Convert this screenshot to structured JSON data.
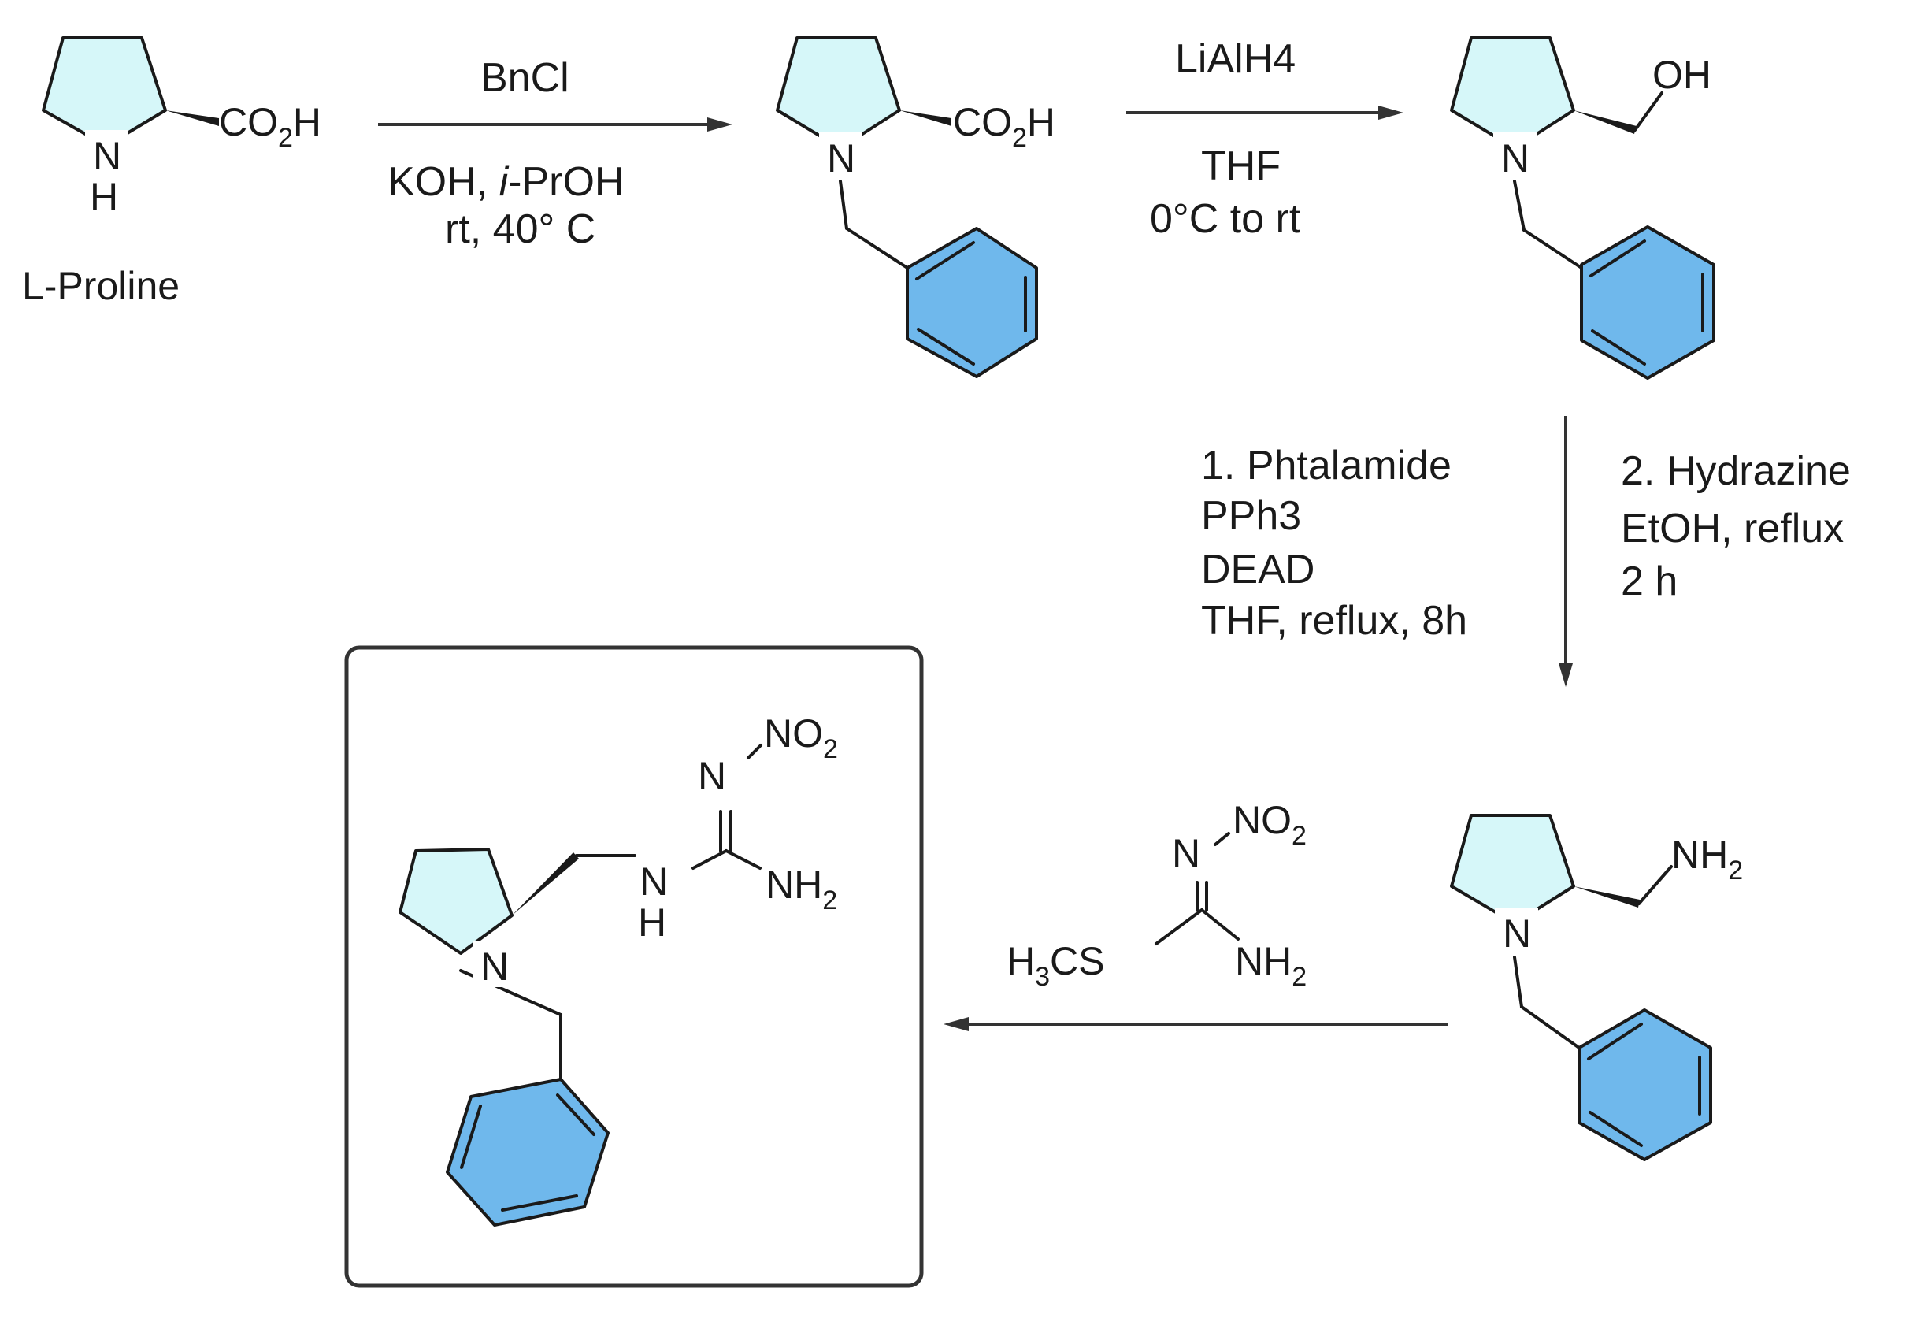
{
  "colors": {
    "pyrrolidine_ring_fill": "#d6f7f9",
    "benzene_ring_fill": "#6fb8ec",
    "ink": "#1a1a1a"
  },
  "compounds": {
    "proline": {
      "name": "L-Proline",
      "n": "N",
      "h": "H",
      "co2h": {
        "a": "CO",
        "s": "2",
        "b": "H"
      }
    },
    "bn_proline": {
      "n": "N",
      "co2h": {
        "a": "CO",
        "s": "2",
        "b": "H"
      }
    },
    "prolinol": {
      "n": "N",
      "oh": "OH"
    },
    "amine": {
      "n": "N",
      "nh2": {
        "a": "NH",
        "s": "2"
      }
    },
    "product": {
      "n": "N",
      "nh": {
        "n": "N",
        "h": "H"
      },
      "n_imine": "N",
      "no2": {
        "a": "NO",
        "s": "2"
      },
      "nh2": {
        "a": "NH",
        "s": "2"
      }
    },
    "reagent": {
      "h3cs": {
        "a": "H",
        "s": "3",
        "b": "CS"
      },
      "n_imine": "N",
      "no2": {
        "a": "NO",
        "s": "2"
      },
      "nh2": {
        "a": "NH",
        "s": "2"
      }
    }
  },
  "steps": {
    "step1": {
      "above": "BnCl",
      "below1": {
        "a": "KOH, ",
        "i": "i",
        "b": "-PrOH"
      },
      "below2": "rt, 40° C"
    },
    "step2": {
      "above": "LiAlH4",
      "below1": "THF",
      "below2": "0°C to rt"
    },
    "step3": {
      "left": [
        "1. Phtalamide",
        "PPh3",
        "DEAD",
        "THF, reflux, 8h"
      ],
      "right": [
        "2. Hydrazine",
        "EtOH, reflux",
        "2 h"
      ]
    }
  }
}
